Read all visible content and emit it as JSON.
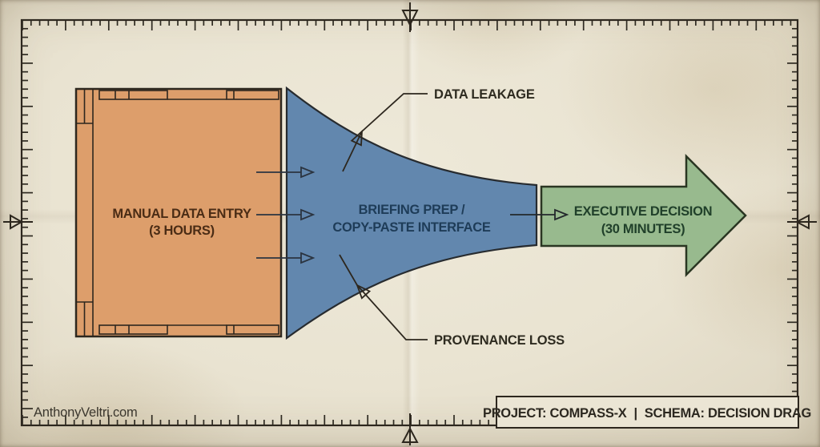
{
  "watermark": "AnthonyVeltri.com",
  "title_block": {
    "project": "PROJECT: COMPASS-X",
    "separator": "|",
    "schema": "SCHEMA: DECISION DRAG"
  },
  "stages": {
    "input": {
      "line1": "MANUAL DATA ENTRY",
      "line2": "(3 HOURS)"
    },
    "process": {
      "line1": "BRIEFING PREP /",
      "line2": "COPY-PASTE INTERFACE"
    },
    "output": {
      "line1": "EXECUTIVE DECISION",
      "line2": "(30 MINUTES)"
    }
  },
  "callouts": {
    "top": "DATA LEAKAGE",
    "bottom": "PROVENANCE LOSS"
  },
  "colors": {
    "input_fill": "#dd9e6b",
    "process_fill": "#6287ae",
    "output_fill": "#98ba8e",
    "paper": "#ebe5d4",
    "line": "#2d271e",
    "input_text": "#4a2c15",
    "process_text": "#1e3c58",
    "output_text": "#20402a",
    "callout_text": "#2e2b20",
    "watermark_text": "#3b372e"
  }
}
